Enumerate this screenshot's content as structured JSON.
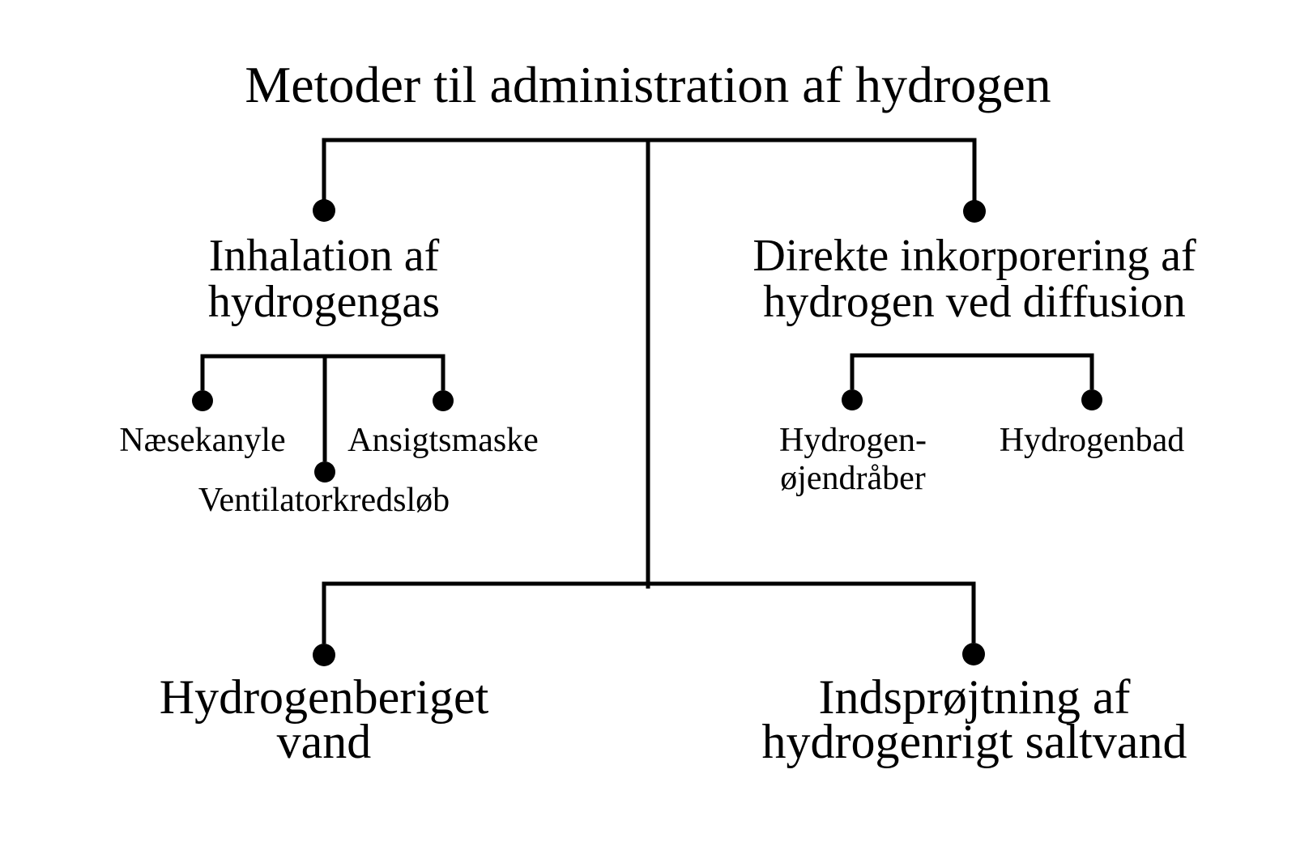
{
  "title": "Metoder til administration af hydrogen",
  "colors": {
    "background": "#ffffff",
    "text": "#000000",
    "line": "#000000",
    "node_dot": "#000000"
  },
  "labels": {
    "inhalation": {
      "lines": [
        "Inhalation af",
        "hydrogengas"
      ]
    },
    "direkte_inkorporering": {
      "lines": [
        "Direkte inkorporering af",
        "hydrogen ved diffusion"
      ]
    },
    "naesekanyle": {
      "lines": [
        "Næsekanyle"
      ]
    },
    "ansigtsmaske": {
      "lines": [
        "Ansigtsmaske"
      ]
    },
    "ventilatorkredslob": {
      "lines": [
        "Ventilatorkredsløb"
      ]
    },
    "hydrogen_ojendraber": {
      "lines": [
        "Hydrogen-",
        "øjendråber"
      ]
    },
    "hydrogenbad": {
      "lines": [
        "Hydrogenbad"
      ]
    },
    "hydrogenberiget_vand": {
      "lines": [
        "Hydrogenberiget",
        "vand"
      ]
    },
    "indsprojtning": {
      "lines": [
        "Indsprøjtning af",
        "hydrogenrigt saltvand"
      ]
    }
  },
  "hierarchy": {
    "root": "Metoder til administration af hydrogen",
    "children": [
      {
        "label": "Inhalation af hydrogengas",
        "children": [
          "Næsekanyle",
          "Ventilatorkredsløb",
          "Ansigtsmaske"
        ]
      },
      {
        "label": "Direkte inkorporering af hydrogen ved diffusion",
        "children": [
          "Hydrogen-øjendråber",
          "Hydrogenbad"
        ]
      },
      {
        "label": "Hydrogenberiget vand",
        "children": []
      },
      {
        "label": "Indsprøjtning af hydrogenrigt saltvand",
        "children": []
      }
    ]
  }
}
